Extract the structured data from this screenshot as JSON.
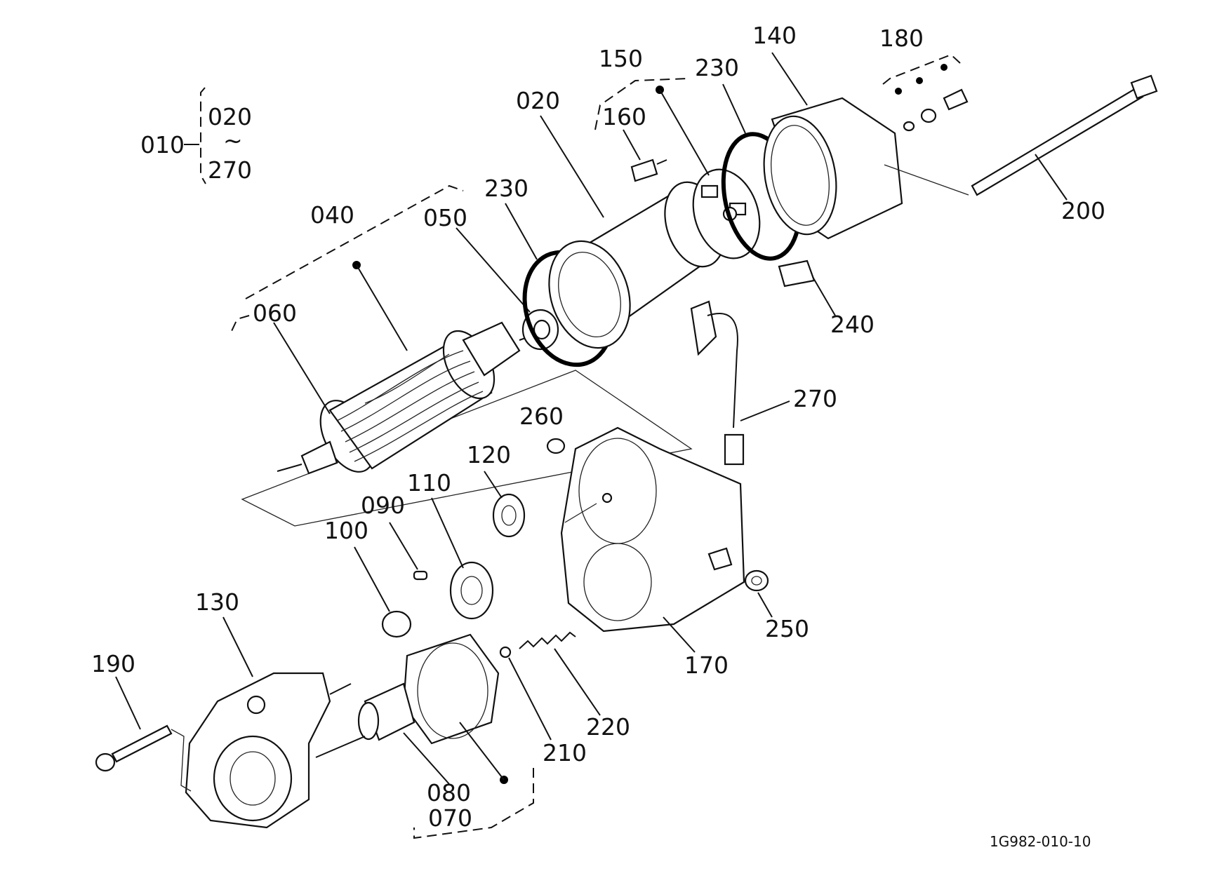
{
  "diagram": {
    "drawing_code": "1G982-010-10",
    "group_label": {
      "main": "010",
      "range_start": "020",
      "range_sep": "~",
      "range_end": "270"
    },
    "callouts": [
      {
        "id": "040",
        "text": "040"
      },
      {
        "id": "050",
        "text": "050"
      },
      {
        "id": "060",
        "text": "060"
      },
      {
        "id": "020",
        "text": "020"
      },
      {
        "id": "230a",
        "text": "230"
      },
      {
        "id": "230b",
        "text": "230"
      },
      {
        "id": "150",
        "text": "150"
      },
      {
        "id": "160",
        "text": "160"
      },
      {
        "id": "140",
        "text": "140"
      },
      {
        "id": "180",
        "text": "180"
      },
      {
        "id": "200",
        "text": "200"
      },
      {
        "id": "240",
        "text": "240"
      },
      {
        "id": "270",
        "text": "270"
      },
      {
        "id": "260",
        "text": "260"
      },
      {
        "id": "120",
        "text": "120"
      },
      {
        "id": "110",
        "text": "110"
      },
      {
        "id": "090",
        "text": "090"
      },
      {
        "id": "100",
        "text": "100"
      },
      {
        "id": "130",
        "text": "130"
      },
      {
        "id": "190",
        "text": "190"
      },
      {
        "id": "080",
        "text": "080"
      },
      {
        "id": "070",
        "text": "070"
      },
      {
        "id": "210",
        "text": "210"
      },
      {
        "id": "220",
        "text": "220"
      },
      {
        "id": "170",
        "text": "170"
      },
      {
        "id": "250",
        "text": "250"
      }
    ]
  }
}
